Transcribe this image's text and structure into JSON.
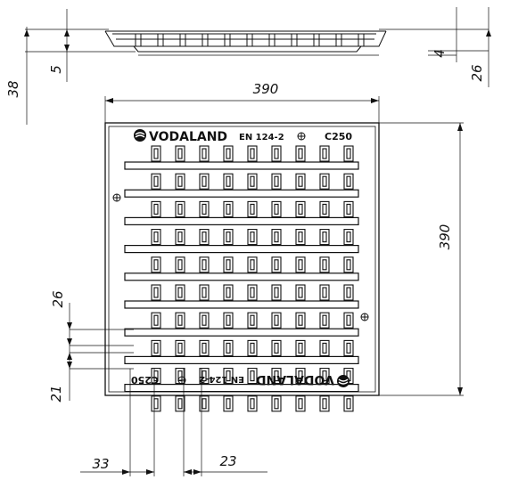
{
  "dimensions": {
    "total_height": "38",
    "flange_height": "5",
    "rim_offset": "4",
    "grate_depth": "26",
    "width_top": "390",
    "height_right": "390",
    "bar_pitch": "26",
    "bar_gap": "21",
    "edge_offset": "33",
    "slot_width": "23"
  },
  "markings": {
    "brand": "VODALAND",
    "standard": "EN 124-2",
    "load_class": "C250"
  },
  "grate": {
    "bar_count": 9,
    "slot_columns": 9,
    "slot_rows": 10
  },
  "icons": {
    "logo": "vodaland-logo-icon",
    "bolt": "bolt-icon"
  }
}
